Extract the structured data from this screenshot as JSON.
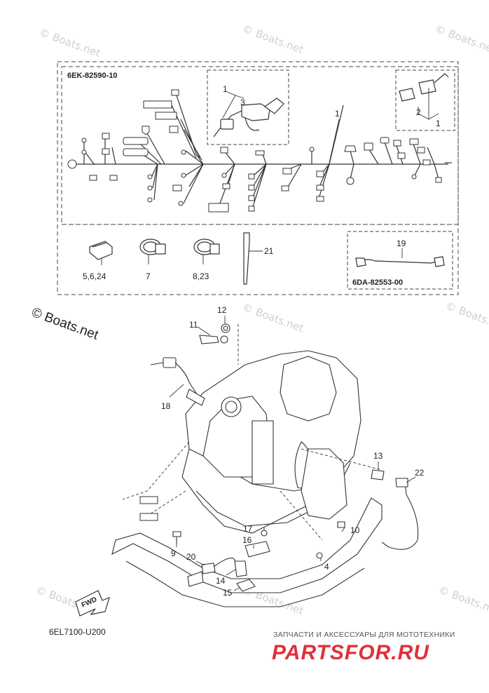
{
  "watermark": {
    "text": "© Boats.net",
    "main_text": "© Boats.net"
  },
  "harness_box": {
    "code": "6EK-82590-10",
    "sub_box_code": "6DA-82553-00"
  },
  "part_labels": {
    "p1_top": "1",
    "p3_top": "3",
    "p21": "21",
    "p1_right": "1",
    "p2_right": "2",
    "p1_harness": "1",
    "p5": "5,6,24",
    "p7": "7",
    "p8": "8,23",
    "p21b": "21",
    "p19": "19",
    "p12": "12",
    "p11": "11",
    "p18": "18",
    "p13": "13",
    "p22": "22",
    "p9": "9",
    "p10": "10",
    "p17": "17",
    "p16": "16",
    "p4": "4",
    "p20": "20",
    "p14": "14",
    "p15": "15"
  },
  "fwd_label": "FWD",
  "diagram_code": "6EL7100-U200",
  "brand": {
    "tagline": "ЗАПЧАСТИ И АКСЕССУАРЫ ДЛЯ МОТОТЕХНИКИ",
    "name": "PARTSFOR.RU"
  }
}
